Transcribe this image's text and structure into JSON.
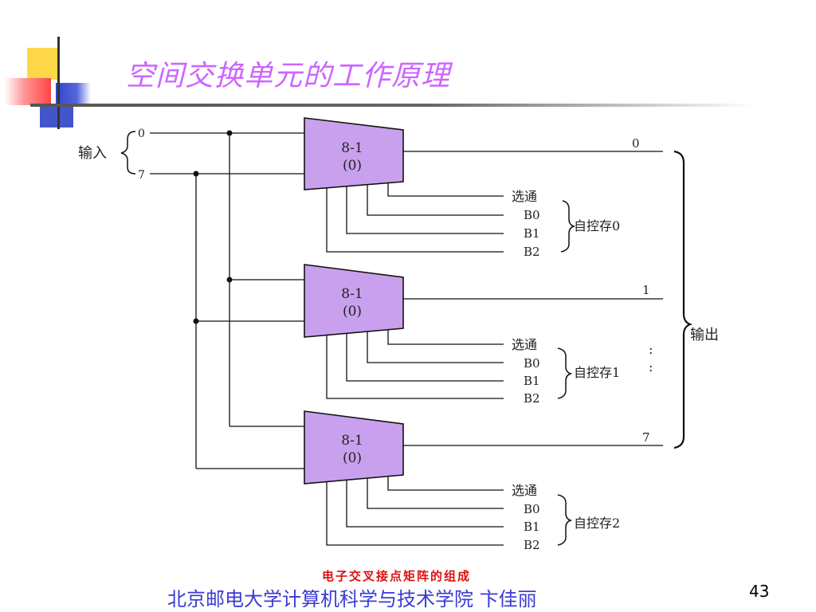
{
  "slide": {
    "title": "空间交换单元的工作原理",
    "caption": "电子交叉接点矩阵的组成",
    "footer": "北京邮电大学计算机科学与技术学院    卞佳丽",
    "page_number": "43"
  },
  "diagram": {
    "input_label": "输入",
    "input_top": "0",
    "input_bottom": "7",
    "output_label": "输出",
    "units": [
      {
        "mux_line1": "8-1",
        "mux_line2": "(0)",
        "output": "0",
        "select": "选通",
        "b0": "B0",
        "b1": "B1",
        "b2": "B2",
        "ctrl": "自控存0"
      },
      {
        "mux_line1": "8-1",
        "mux_line2": "(0)",
        "output": "1",
        "select": "选通",
        "b0": "B0",
        "b1": "B1",
        "b2": "B2",
        "ctrl": "自控存1"
      },
      {
        "mux_line1": "8-1",
        "mux_line2": "(0)",
        "output": "7",
        "select": "选通",
        "b0": "B0",
        "b1": "B1",
        "b2": "B2",
        "ctrl": "自控存2"
      }
    ],
    "ellipsis": ":"
  },
  "colors": {
    "title": "#cc66ff",
    "mux_fill": "#c9a0ee",
    "footer": "#3b3bd6",
    "caption": "#dd1111"
  }
}
